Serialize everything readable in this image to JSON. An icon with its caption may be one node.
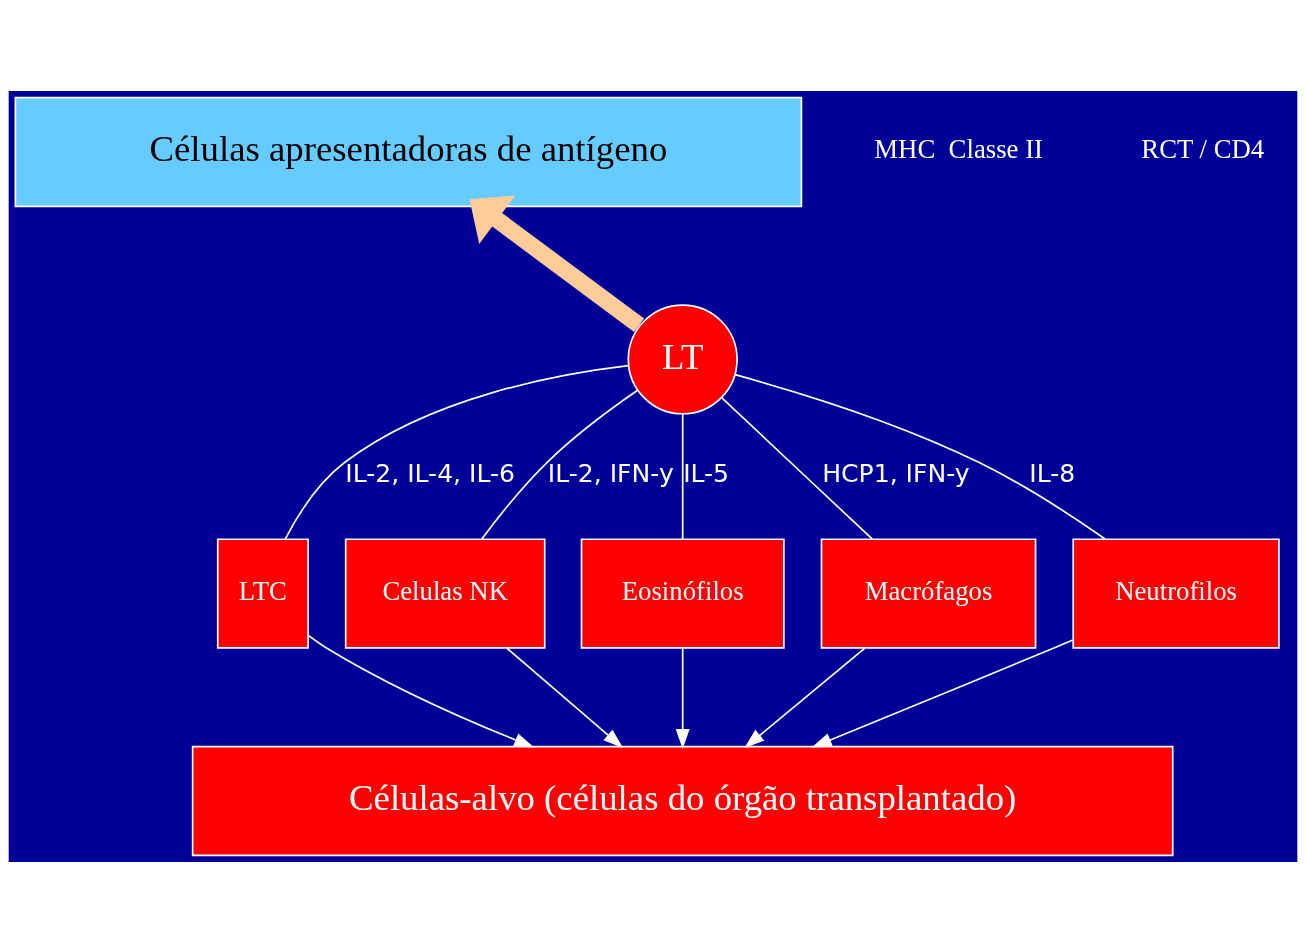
{
  "diagram": {
    "nodes": [
      {
        "text": [
          "Células apresentadoras de antígeno"
        ]
      },
      {
        "text": [
          "LT"
        ]
      },
      {
        "text": [
          "LTC"
        ]
      },
      {
        "text": [
          "Celulas NK"
        ]
      },
      {
        "text": [
          "Eosinófilos"
        ]
      },
      {
        "text": [
          "Macrófagos"
        ]
      },
      {
        "text": [
          "Neutrofilos"
        ]
      },
      {
        "text": [
          "Células-alvo (células do órgão transplantado)"
        ]
      }
    ],
    "edges": [
      {
        "from": 1,
        "to": 0,
        "arrow": "to",
        "style": "thick",
        "color": "#ffcc99"
      },
      {
        "from": 1,
        "to": 2,
        "arrow": "none",
        "label": "IL-2, IL-4, IL-6"
      },
      {
        "from": 1,
        "to": 3,
        "arrow": "none",
        "label": "IL-2, IFN-y"
      },
      {
        "from": 1,
        "to": 4,
        "arrow": "none",
        "label": "IL-5"
      },
      {
        "from": 1,
        "to": 5,
        "arrow": "none",
        "label": "HCP1, IFN-y"
      },
      {
        "from": 1,
        "to": 6,
        "arrow": "none",
        "label": "IL-8"
      },
      {
        "from": 2,
        "to": 7,
        "arrow": "to"
      },
      {
        "from": 3,
        "to": 7,
        "arrow": "to"
      },
      {
        "from": 4,
        "to": 7,
        "arrow": "to"
      },
      {
        "from": 5,
        "to": 7,
        "arrow": "to"
      },
      {
        "from": 6,
        "to": 7,
        "arrow": "to"
      }
    ],
    "labels": [
      "MHC  Classe II",
      "RCT / CD4"
    ]
  }
}
